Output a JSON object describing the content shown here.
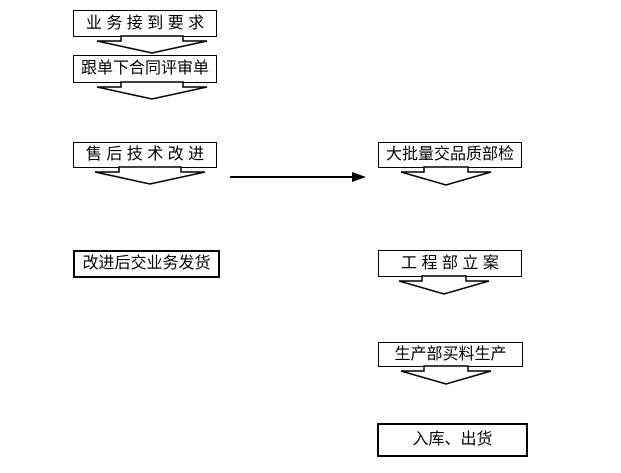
{
  "flowchart": {
    "nodes": [
      {
        "id": "business-request",
        "label": "业 务 接 到 要 求"
      },
      {
        "id": "contract-review",
        "label": "跟单下合同评审单"
      },
      {
        "id": "after-sales-improvement",
        "label": "售 后 技 术 改 进"
      },
      {
        "id": "bulk-quality-inspection",
        "label": "大批量交品质部检"
      },
      {
        "id": "improved-delivery",
        "label": "改进后交业务发货"
      },
      {
        "id": "engineering-filing",
        "label": "工 程 部 立 案"
      },
      {
        "id": "production-purchase",
        "label": "生产部买料生产"
      },
      {
        "id": "warehouse-shipment",
        "label": "入库、出货"
      }
    ],
    "edges": [
      {
        "from": "业务接到要求",
        "to": "跟单下合同评审单",
        "connector": "chevron-down"
      },
      {
        "from": "跟单下合同评审单",
        "to": "售后技术改进",
        "connector": "chevron-down"
      },
      {
        "from": "售后技术改进",
        "to": "大批量交品质部检",
        "connector": "arrow-right"
      },
      {
        "from": "售后技术改进",
        "to": "改进后交业务发货",
        "connector": "chevron-down"
      },
      {
        "from": "大批量交品质部检",
        "to": "工程部立案",
        "connector": "chevron-down"
      },
      {
        "from": "工程部立案",
        "to": "生产部买料生产",
        "connector": "chevron-down"
      },
      {
        "from": "生产部买料生产",
        "to": "入库、出货",
        "connector": "chevron-down"
      }
    ],
    "colors": {
      "line": "#000000",
      "text": "#000000",
      "box_fill": "#ffffff",
      "background": "#ffffff"
    }
  }
}
